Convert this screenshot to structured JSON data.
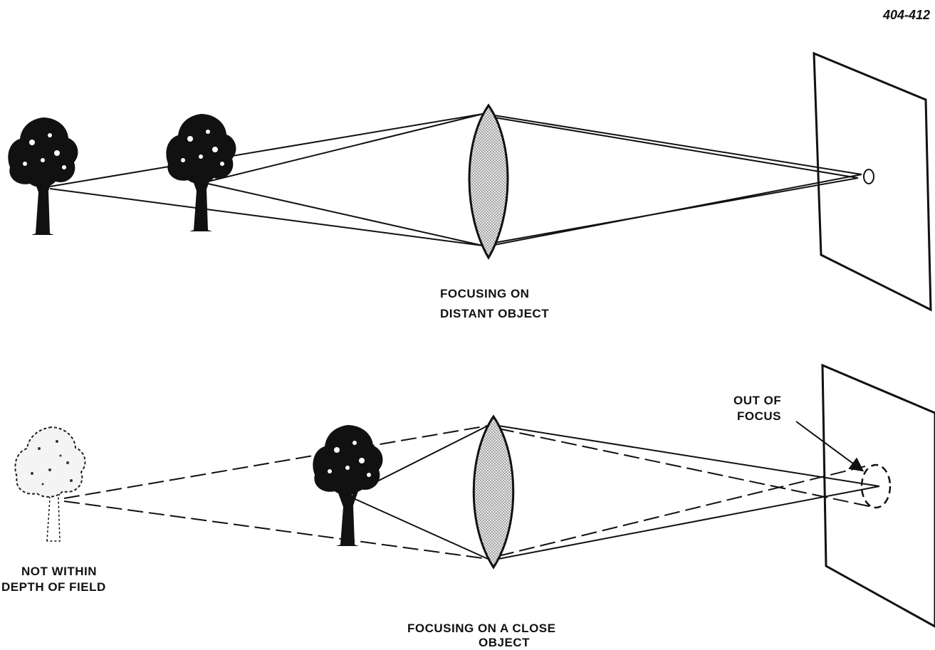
{
  "figure_number": "404-412",
  "panels": {
    "distant": {
      "caption_line1": "FOCUSING ON",
      "caption_line2": "DISTANT OBJECT"
    },
    "close": {
      "caption_line1": "FOCUSING ON A CLOSE",
      "caption_line2": "OBJECT",
      "dof_label_line1": "NOT WITHIN",
      "dof_label_line2": "DEPTH OF FIELD",
      "oof_label_line1": "OUT OF",
      "oof_label_line2": "FOCUS"
    }
  }
}
